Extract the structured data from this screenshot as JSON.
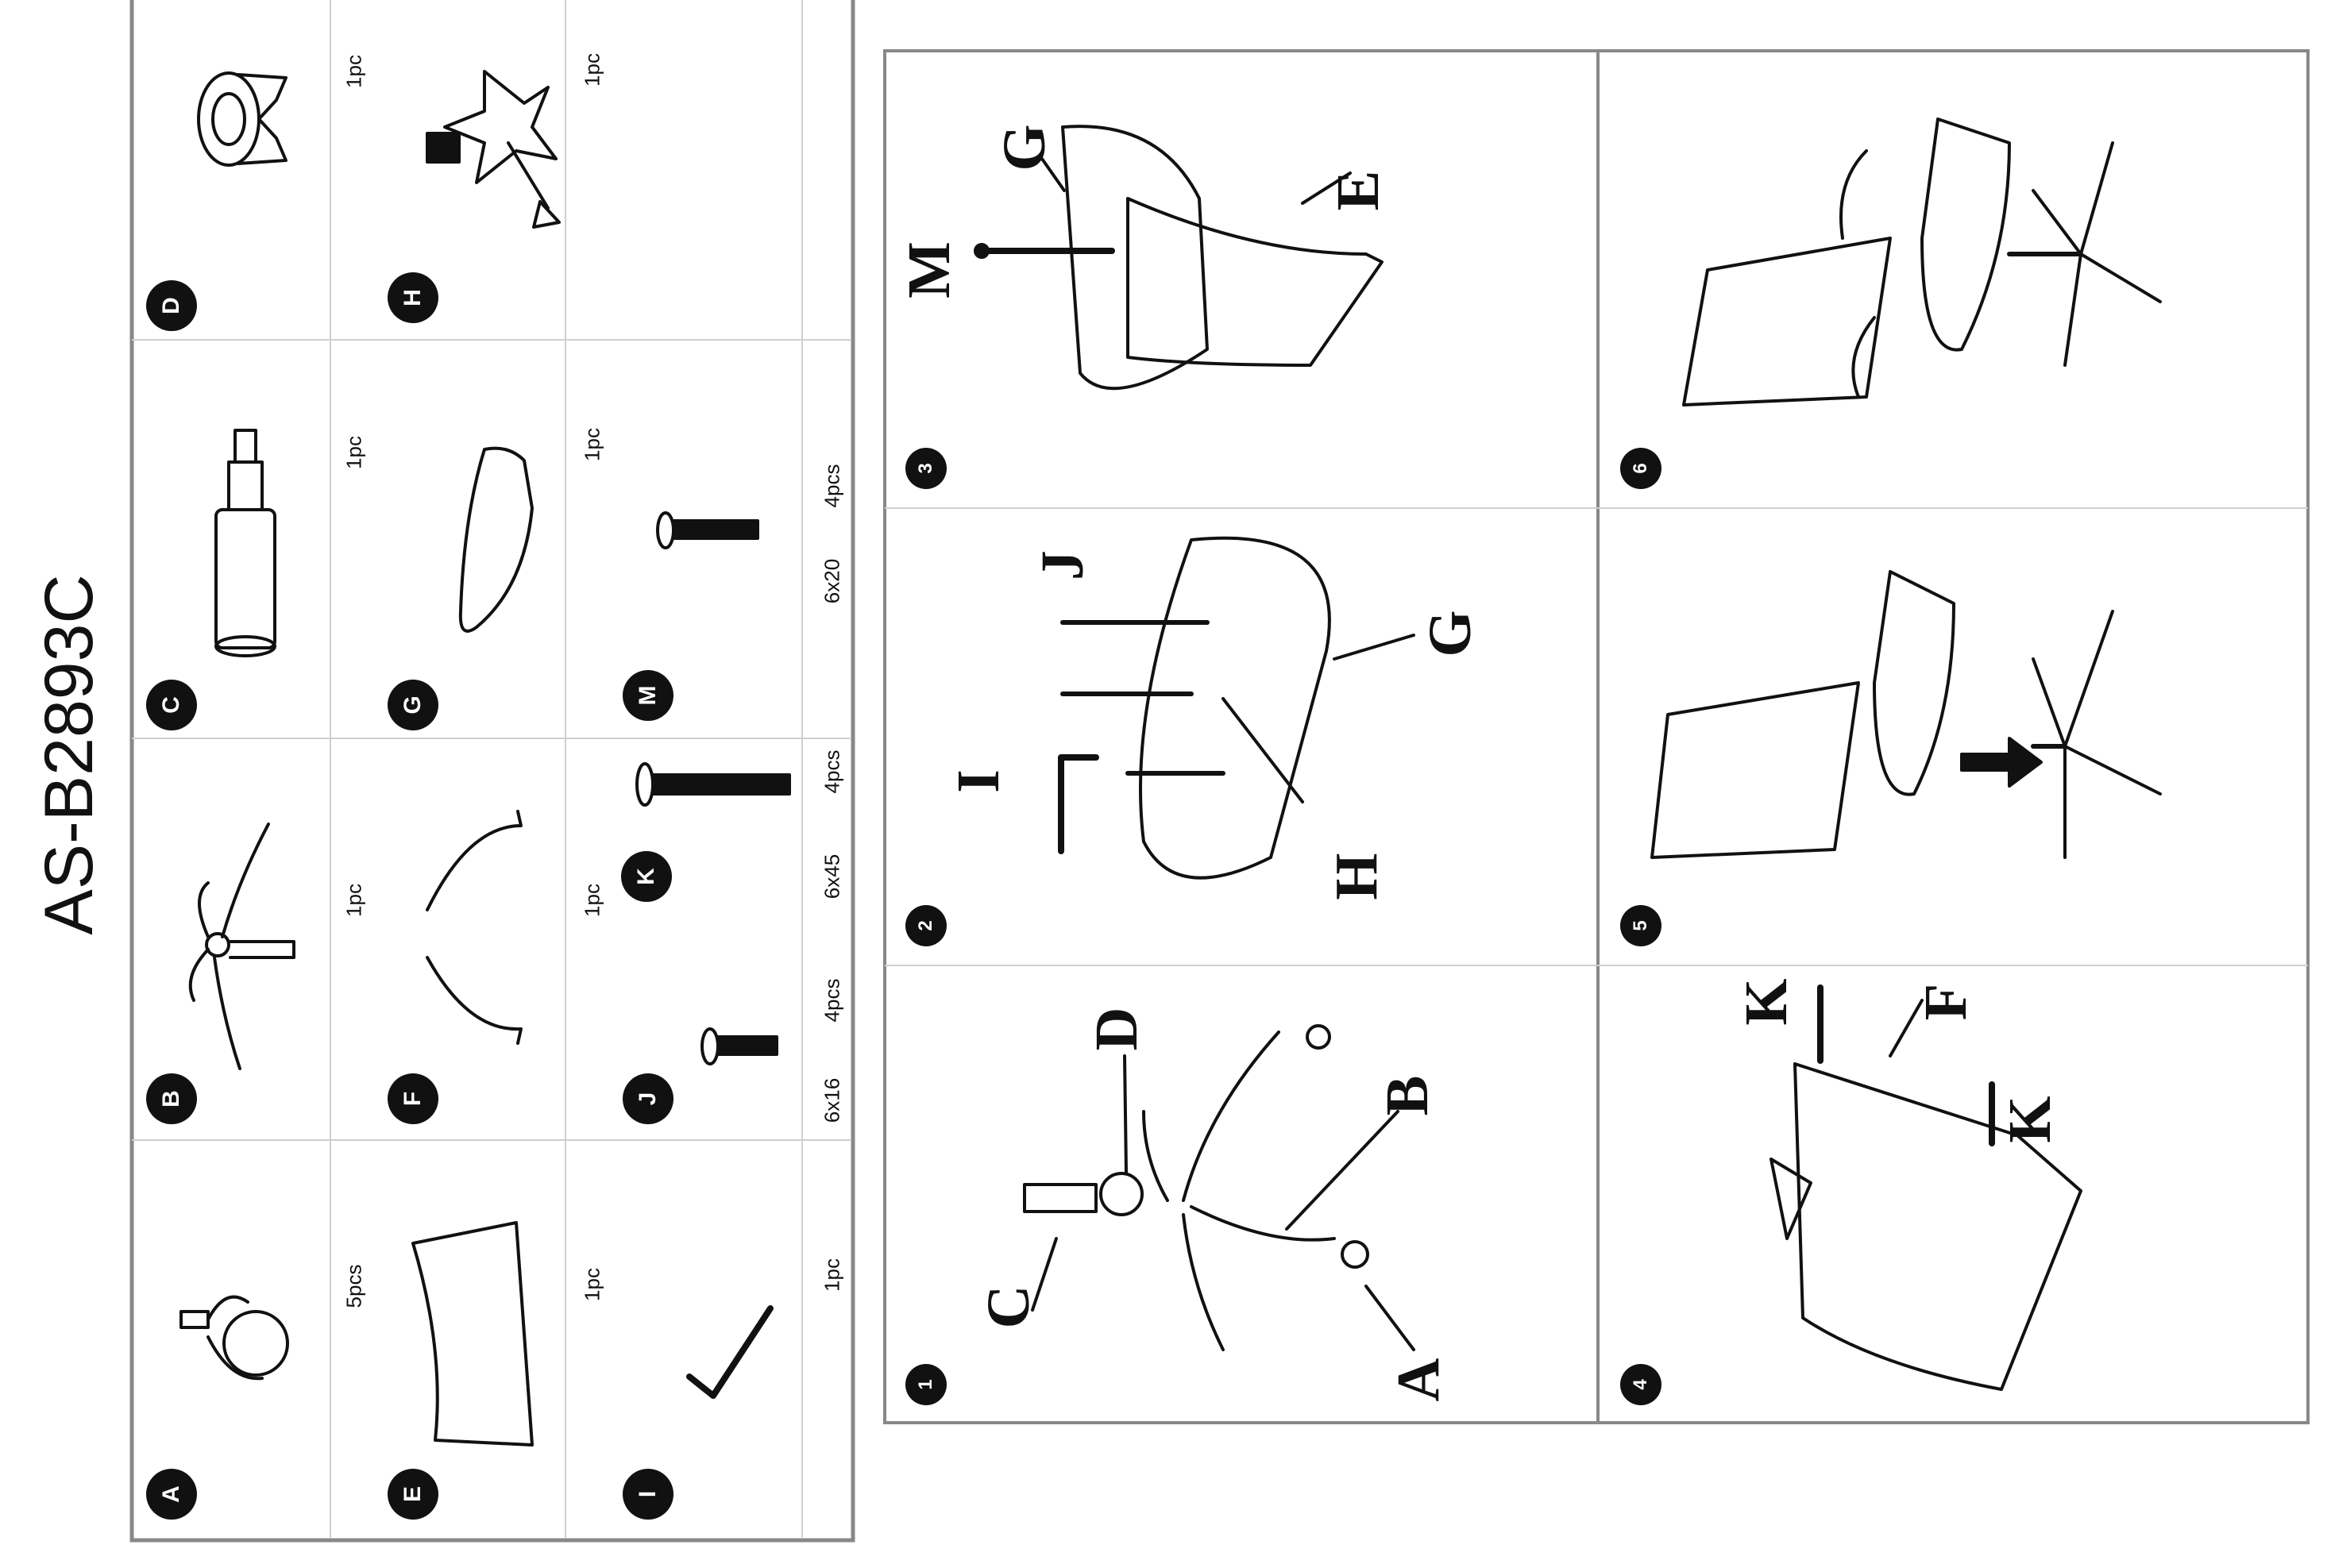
{
  "model": "AS-B2893C",
  "parts": [
    {
      "id": "A",
      "qty": "5pcs"
    },
    {
      "id": "B",
      "qty": "1pc"
    },
    {
      "id": "C",
      "qty": "1pc"
    },
    {
      "id": "D",
      "qty": "1pc"
    },
    {
      "id": "E",
      "qty": "1pc"
    },
    {
      "id": "F",
      "qty": "1pc"
    },
    {
      "id": "G",
      "qty": "1pc"
    },
    {
      "id": "H",
      "qty": "1pc"
    },
    {
      "id": "I",
      "qty": "1pc"
    },
    {
      "id": "J",
      "qty": "4pcs",
      "size": "6x16"
    },
    {
      "id": "K",
      "qty": "4pcs",
      "size": "6x45"
    },
    {
      "id": "M",
      "qty": "4pcs",
      "size": "6x20"
    }
  ],
  "steps": [
    {
      "number": "1",
      "callouts": [
        "C",
        "D",
        "B",
        "A"
      ]
    },
    {
      "number": "2",
      "callouts": [
        "J",
        "I",
        "G",
        "H"
      ]
    },
    {
      "number": "3",
      "callouts": [
        "G",
        "M",
        "E"
      ]
    },
    {
      "number": "4",
      "callouts": [
        "K",
        "F",
        "K"
      ]
    },
    {
      "number": "5",
      "callouts": []
    },
    {
      "number": "6",
      "callouts": []
    }
  ]
}
